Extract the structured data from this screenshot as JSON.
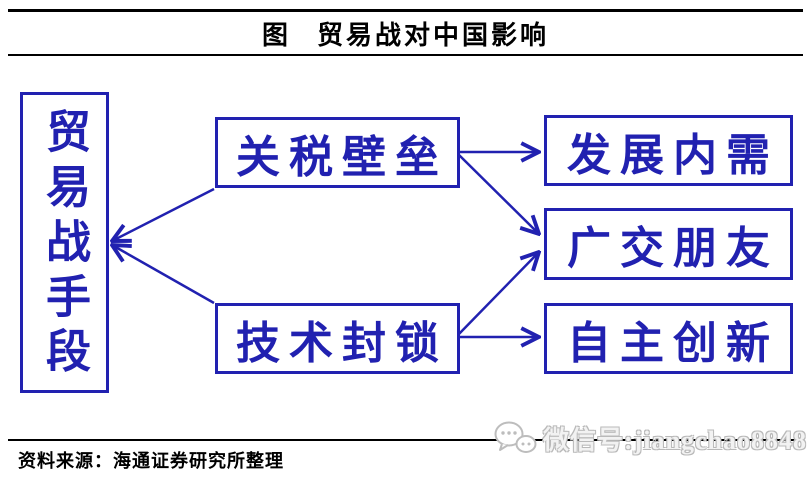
{
  "figure": {
    "title_tag": "图",
    "title_text": "贸易战对中国影响"
  },
  "diagram": {
    "source": {
      "id": "trade-war-methods",
      "label": "贸易战手段"
    },
    "middle": [
      {
        "id": "tariff-barriers",
        "label": "关税壁垒"
      },
      {
        "id": "tech-blockade",
        "label": "技术封锁"
      }
    ],
    "right": [
      {
        "id": "develop-domestic-demand",
        "label": "发展内需"
      },
      {
        "id": "make-friends-widely",
        "label": "广交朋友"
      },
      {
        "id": "independent-innovation",
        "label": "自主创新"
      }
    ],
    "edges": [
      {
        "from": "关税壁垒",
        "to": "贸易战手段",
        "arrowhead": "at-target"
      },
      {
        "from": "技术封锁",
        "to": "贸易战手段",
        "arrowhead": "at-target"
      },
      {
        "from": "关税壁垒",
        "to": "发展内需",
        "arrowhead": "at-target"
      },
      {
        "from": "关税壁垒",
        "to": "广交朋友",
        "arrowhead": "at-target"
      },
      {
        "from": "技术封锁",
        "to": "广交朋友",
        "arrowhead": "at-target"
      },
      {
        "from": "技术封锁",
        "to": "自主创新",
        "arrowhead": "at-target"
      }
    ]
  },
  "footer": {
    "source_note": "资料来源：海通证券研究所整理"
  },
  "watermark": {
    "icon": "wechat-icon",
    "text": "微信号:jiangchao8848"
  },
  "colors": {
    "accent_blue": "#2121b0",
    "rule_black": "#000000",
    "watermark_gray": "#b9b9b9"
  }
}
